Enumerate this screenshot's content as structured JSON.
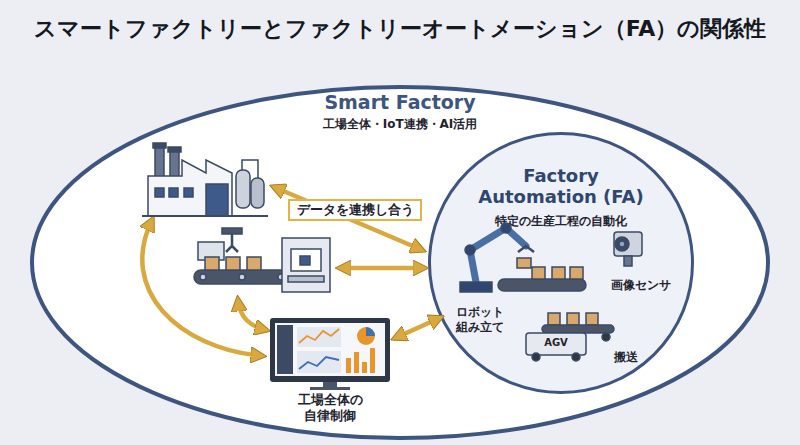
{
  "diagram": {
    "title": "スマートファクトリーとファクトリーオートメーション（FA）の関係性",
    "nodes": [
      {
        "text": [
          "Smart Factory",
          "工場全体・IoT連携・AI活用"
        ]
      },
      {
        "text": [
          "Factory Automation (FA)",
          "特定の生産工程の自動化"
        ],
        "in": 0
      },
      {
        "text": [
          "工場全体の 自律制御"
        ],
        "in": 0
      }
    ],
    "edges": [
      {
        "from": 2,
        "to": 1,
        "arrow": "both"
      }
    ],
    "labels": [
      "データを連携し合う",
      "ロボット 組み立て",
      "画像センサ",
      "AGV",
      "搬送"
    ]
  }
}
